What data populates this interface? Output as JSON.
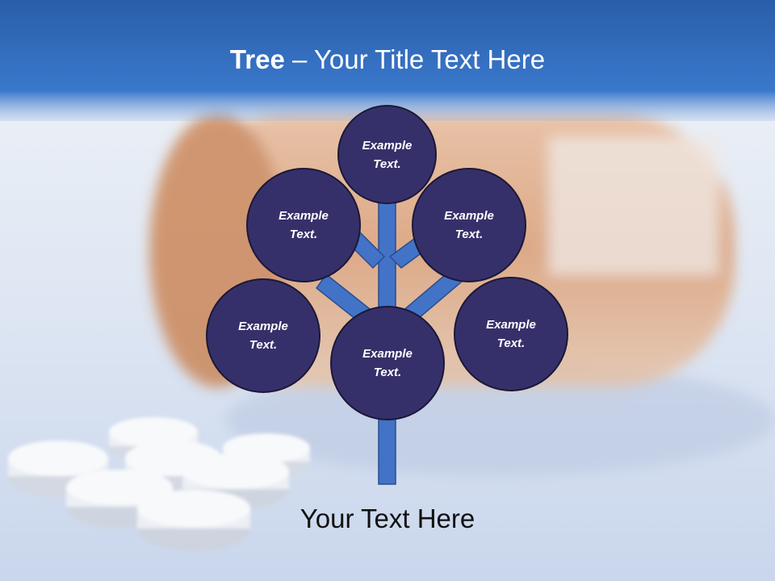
{
  "slide": {
    "title_bold": "Tree",
    "title_rest": " – Your Title Text Here",
    "caption": "Your Text Here"
  },
  "tree": {
    "nodes": [
      {
        "id": "top",
        "label": "Example\nText."
      },
      {
        "id": "upper-left",
        "label": "Example\nText."
      },
      {
        "id": "upper-right",
        "label": "Example\nText."
      },
      {
        "id": "lower-left",
        "label": "Example\nText."
      },
      {
        "id": "center",
        "label": "Example\nText."
      },
      {
        "id": "lower-right",
        "label": "Example\nText."
      }
    ]
  },
  "colors": {
    "header_blue": "#2f66b5",
    "branch_blue": "#4273c7",
    "node_fill": "#36306a",
    "node_border": "#1b1838"
  }
}
